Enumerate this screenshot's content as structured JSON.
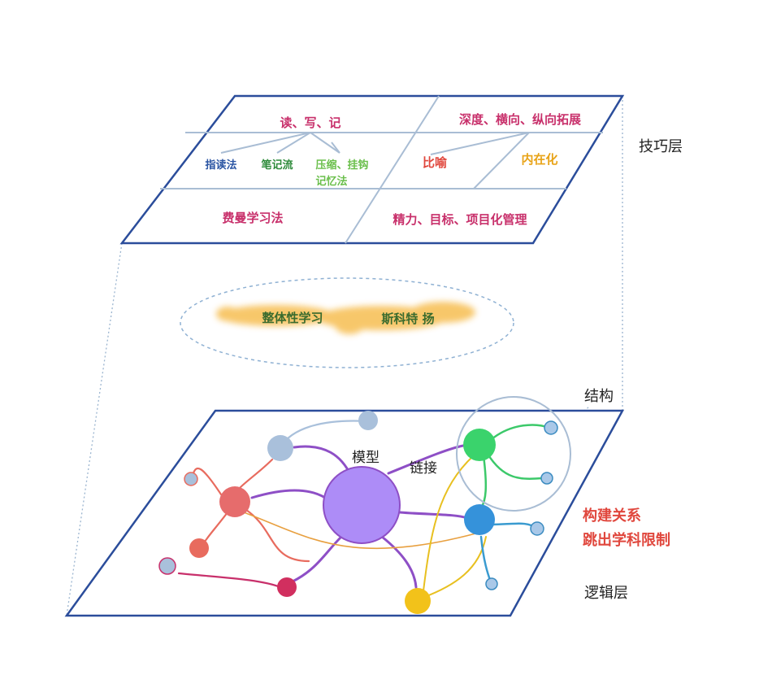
{
  "colors": {
    "frame": "#2b4d9b",
    "divider": "#a9bdd4",
    "magenta": "#c8306b",
    "blue_text": "#2b55a3",
    "green_text": "#2e8b3b",
    "light_green_text": "#6abf4b",
    "orange_text": "#e8a317",
    "red_text": "#e0473d",
    "highlight": "#f7c15a",
    "ellipse_dash": "#8fb1d3"
  },
  "top_layer": {
    "cells": {
      "read_write_note": "读、写、记",
      "deep_horizontal_vertical": "深度、横向、纵向拓展",
      "guided_reading": "指读法",
      "note_flow": "笔记流",
      "compress_hook": "压缩、挂钩",
      "memory_method": "记忆法",
      "metaphor": "比喻",
      "internalize": "内在化",
      "feynman": "费曼学习法",
      "energy_management": "精力、目标、项目化管理"
    },
    "side_label": "技巧层"
  },
  "middle_layer": {
    "holistic_learning": "整体性学习",
    "scott_young": "斯科特 扬"
  },
  "bottom_layer": {
    "model_label": "模型",
    "link_label": "链接",
    "structure_label": "结构",
    "build_relations": "构建关系",
    "beyond_subject": "跳出学科限制",
    "side_label": "逻辑层"
  },
  "icons": {
    "node": "circle-node-icon"
  }
}
